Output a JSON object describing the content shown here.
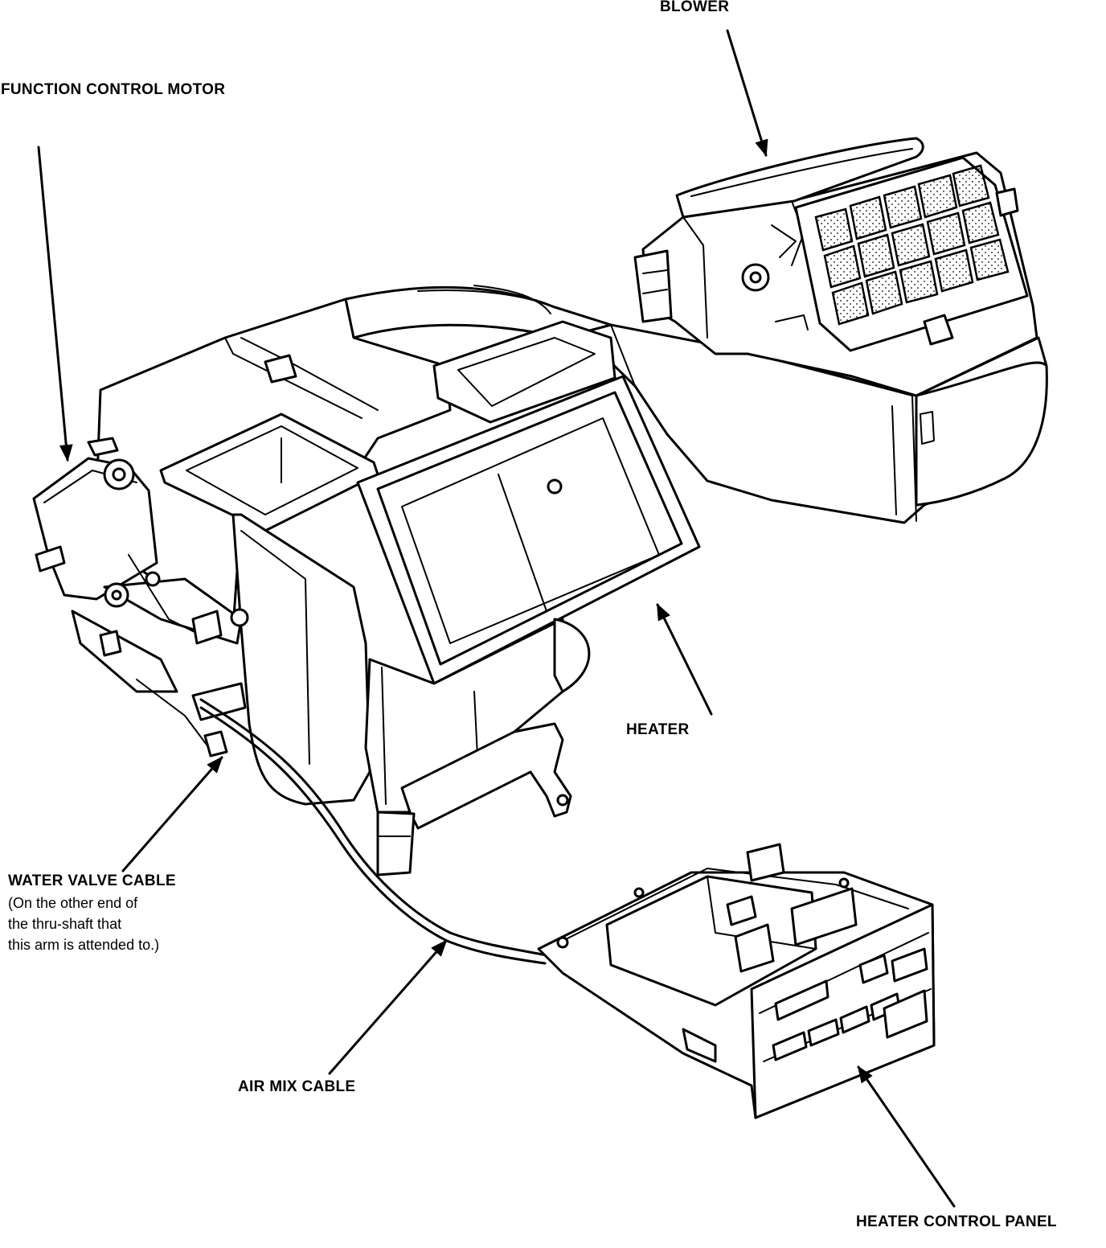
{
  "labels": {
    "blower": "BLOWER",
    "function_control_motor": "FUNCTION CONTROL MOTOR",
    "heater": "HEATER",
    "water_valve_cable": "WATER VALVE CABLE",
    "water_valve_note": [
      "(On the other end of",
      "the thru-shaft that",
      "this arm is attended to.)"
    ],
    "air_mix_cable": "AIR MIX CABLE",
    "heater_control_panel": "HEATER CONTROL PANEL"
  },
  "colors": {
    "ink": "#000000",
    "paper": "#ffffff"
  }
}
